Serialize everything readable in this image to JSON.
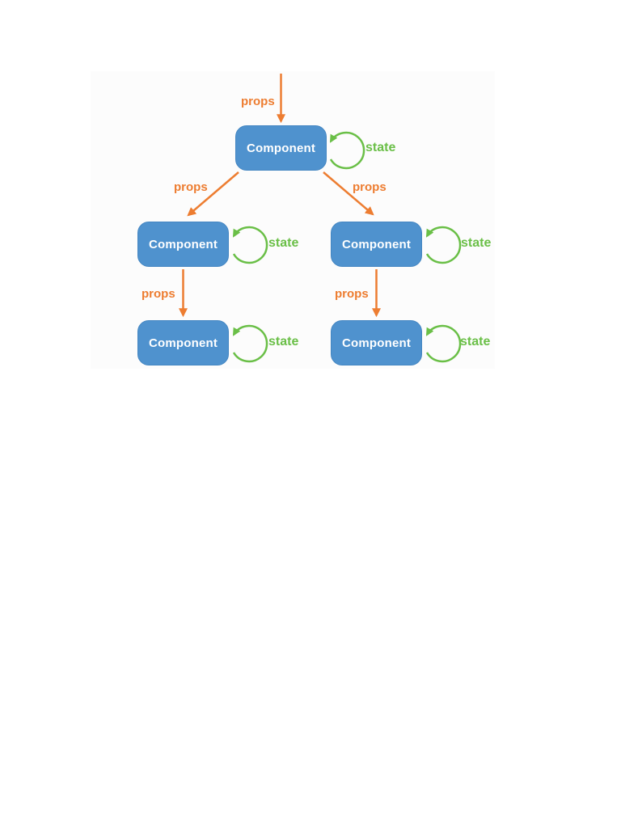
{
  "diagram": {
    "description": "Component tree with props flowing down and state loops",
    "nodes": [
      {
        "id": "root",
        "label": "Component"
      },
      {
        "id": "child-left",
        "label": "Component"
      },
      {
        "id": "child-right",
        "label": "Component"
      },
      {
        "id": "grandchild-left",
        "label": "Component"
      },
      {
        "id": "grandchild-right",
        "label": "Component"
      }
    ],
    "edges": [
      {
        "id": "props-into-root",
        "label": "props"
      },
      {
        "id": "props-root-to-left",
        "label": "props"
      },
      {
        "id": "props-root-to-right",
        "label": "props"
      },
      {
        "id": "props-left-to-gcleft",
        "label": "props"
      },
      {
        "id": "props-right-to-gcright",
        "label": "props"
      }
    ],
    "loops": [
      {
        "id": "state-root",
        "label": "state"
      },
      {
        "id": "state-mid-left",
        "label": "state"
      },
      {
        "id": "state-mid-right",
        "label": "state"
      },
      {
        "id": "state-bot-left",
        "label": "state"
      },
      {
        "id": "state-bot-right",
        "label": "state"
      }
    ],
    "colors": {
      "node_fill": "#4f92ce",
      "node_text": "#ffffff",
      "props_arrow": "#ed7d31",
      "state_arrow": "#6abf47",
      "panel_bg": "#fcfcfc"
    }
  }
}
